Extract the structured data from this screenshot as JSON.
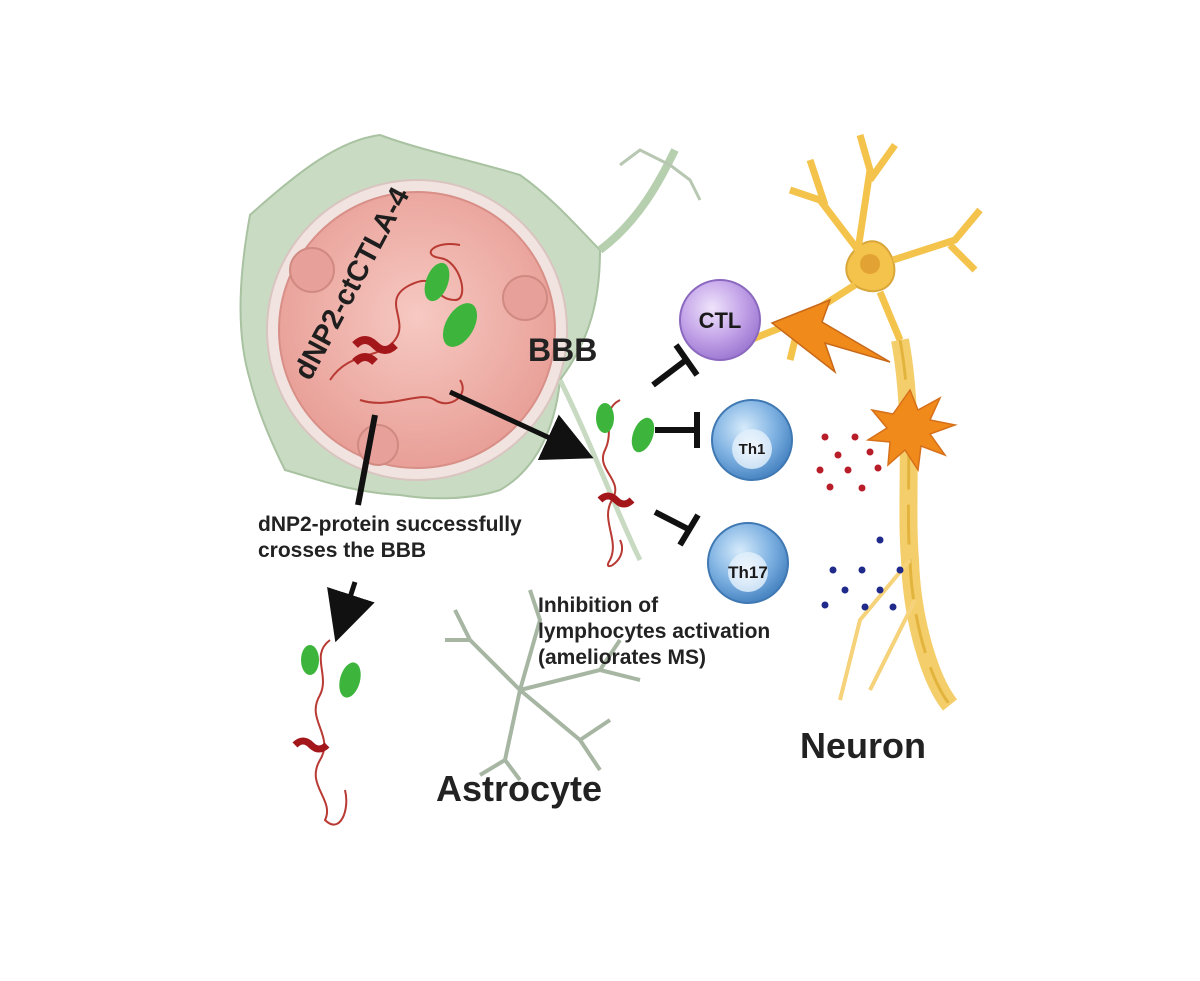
{
  "labels": {
    "fusion_protein": "dNP2-ctCTLA-4",
    "bbb": "BBB",
    "crosses_line1": "dNP2-protein successfully",
    "crosses_line2": "crosses the BBB",
    "inhibition_line1": "Inhibition of",
    "inhibition_line2": "lymphocytes activation",
    "inhibition_line3": "(ameliorates MS)",
    "astrocyte": "Astrocyte",
    "neuron": "Neuron"
  },
  "cells": {
    "ctl": "CTL",
    "th1": "Th1",
    "th17": "Th17"
  },
  "colors": {
    "astrocyte_green": "#c9dcc3",
    "nucleus_pink": "#f2b6ae",
    "neuron_yellow": "#f4c34c",
    "ctl_purple": "#b48ee0",
    "th_blue": "#5c9bd6",
    "protein_green": "#3db53d",
    "protein_red": "#a3171b",
    "burst_orange": "#f08a1a",
    "cytokine_red": "#b81e2a",
    "cytokine_blue": "#1f2a8a"
  },
  "icons": {
    "inhibition": "t-bar-inhibition-icon",
    "arrow": "arrow-icon",
    "damage": "lightning-bolt-icon",
    "injury": "starburst-icon"
  }
}
